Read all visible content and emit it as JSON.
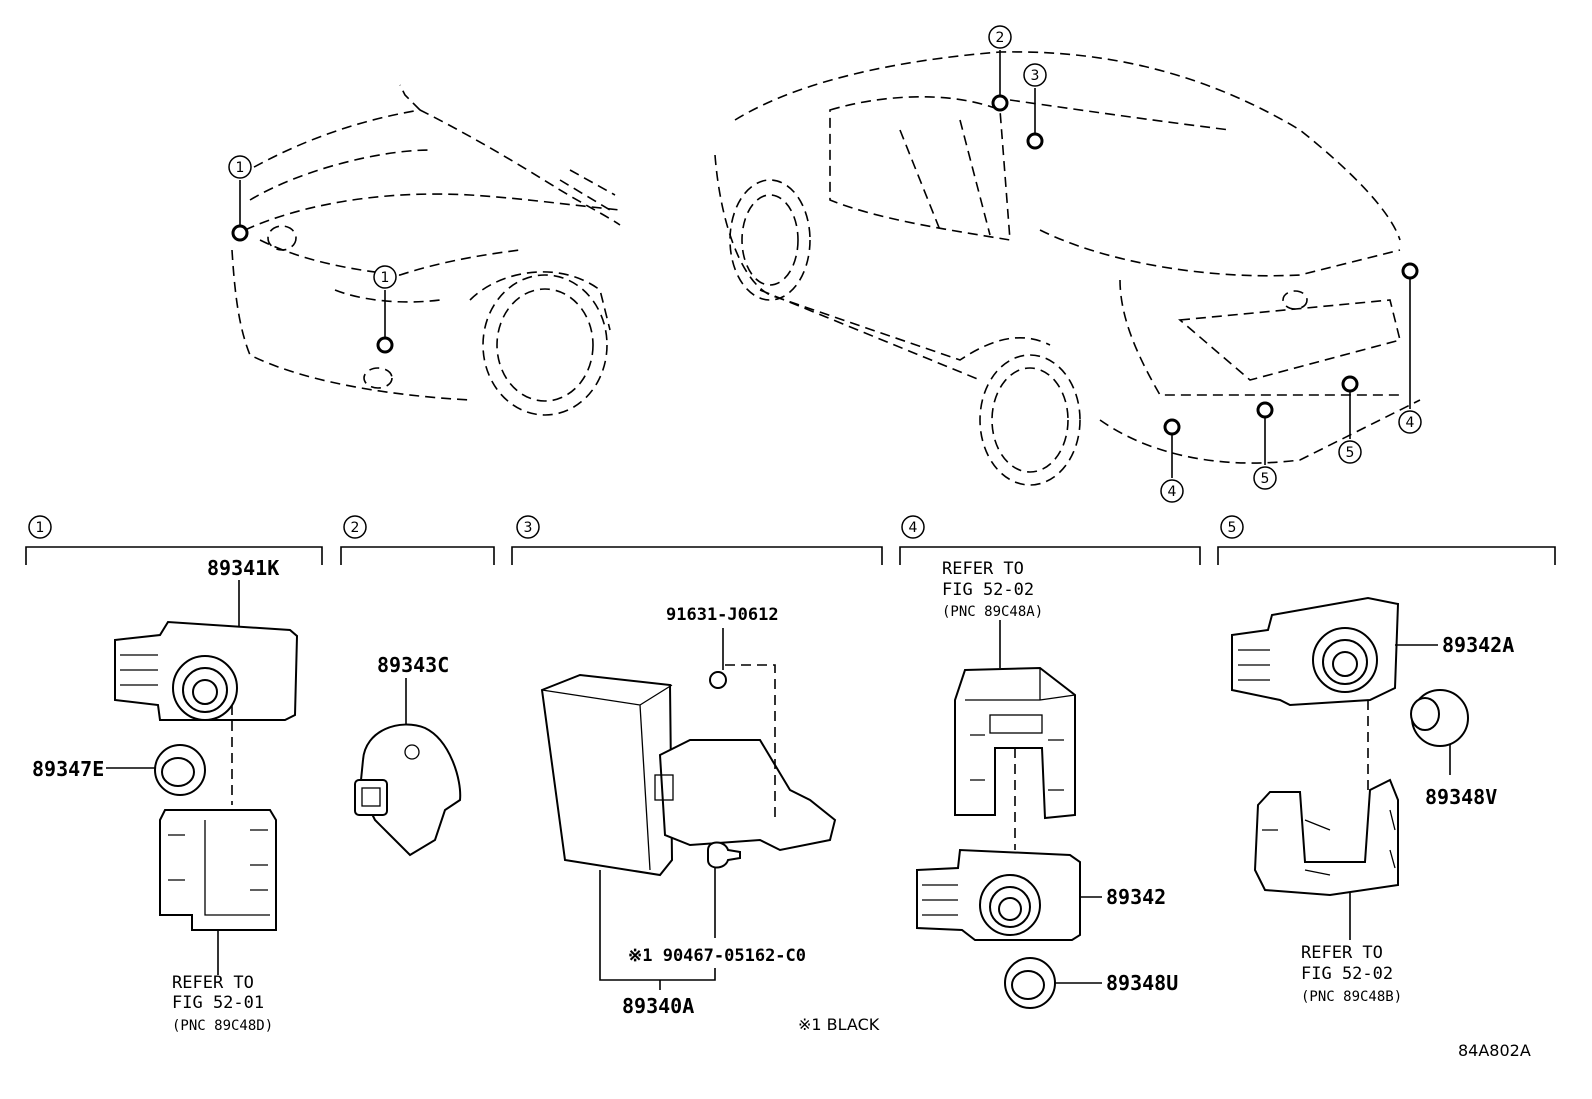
{
  "diagram_code": "84A802A",
  "note": "※1 BLACK",
  "car_callouts": [
    "1",
    "1",
    "2",
    "3",
    "4",
    "4",
    "5",
    "5"
  ],
  "sections": [
    {
      "number": "1"
    },
    {
      "number": "2"
    },
    {
      "number": "3"
    },
    {
      "number": "4"
    },
    {
      "number": "5"
    }
  ],
  "parts": {
    "p89341k": "89341K",
    "p89347e": "89347E",
    "p89343c": "89343C",
    "p91631": "91631-J0612",
    "p90467": "※1 90467-05162-C0",
    "p89340a": "89340A",
    "p89342": "89342",
    "p89348u": "89348U",
    "p89342a": "89342A",
    "p89348v": "89348V"
  },
  "refs": {
    "r1": {
      "line1": "REFER TO",
      "line2": "FIG 52-01",
      "line3": "(PNC 89C48D)"
    },
    "r4": {
      "line1": "REFER TO",
      "line2": "FIG 52-02",
      "line3": "(PNC 89C48A)"
    },
    "r5": {
      "line1": "REFER TO",
      "line2": "FIG 52-02",
      "line3": "(PNC 89C48B)"
    }
  }
}
